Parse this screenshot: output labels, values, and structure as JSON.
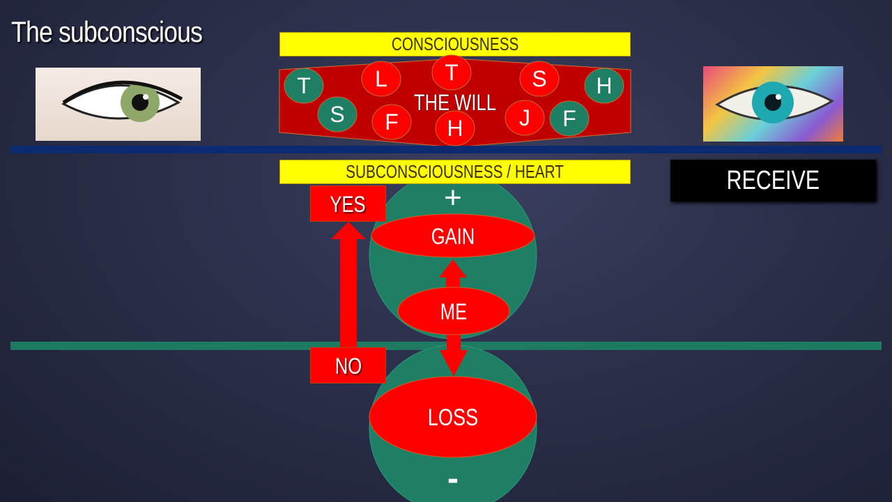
{
  "slide": {
    "title": "The subconscious",
    "consciousness_label": "CONSCIOUSNESS",
    "will_label": "THE WILL",
    "subconsciousness_label": "SUBCONSCIOUSNESS / HEART",
    "receive_label": "RECEIVE",
    "yes_label": "YES",
    "no_label": "NO",
    "gain_label": "GAIN",
    "me_label": "ME",
    "loss_label": "LOSS",
    "plus_label": "+",
    "minus_label": "-",
    "will_circles": [
      {
        "letter": "T",
        "color": "green"
      },
      {
        "letter": "S",
        "color": "green"
      },
      {
        "letter": "L",
        "color": "red"
      },
      {
        "letter": "F",
        "color": "red"
      },
      {
        "letter": "T",
        "color": "red"
      },
      {
        "letter": "H",
        "color": "red"
      },
      {
        "letter": "S",
        "color": "red"
      },
      {
        "letter": "J",
        "color": "red"
      },
      {
        "letter": "F",
        "color": "green"
      },
      {
        "letter": "H",
        "color": "green"
      }
    ]
  },
  "colors": {
    "yellow": "#ffff00",
    "red": "#ff0000",
    "dark_red": "#c00000",
    "green": "#1e7f65",
    "blue_line": "#0b2a70",
    "green_line": "#1e7a60"
  }
}
